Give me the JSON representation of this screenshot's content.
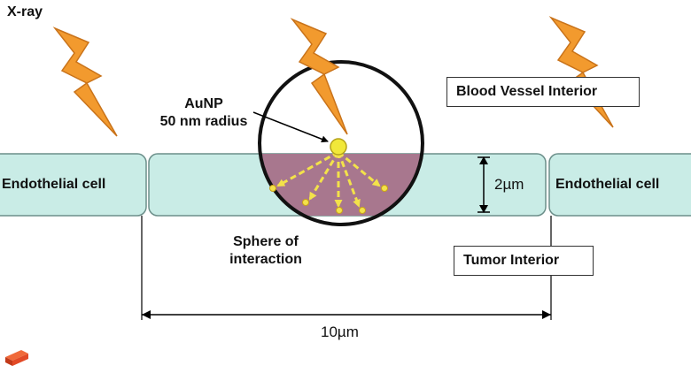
{
  "labels": {
    "xray": "X-ray",
    "aunp_line1": "AuNP",
    "aunp_line2": "50 nm radius",
    "blood_vessel": "Blood Vessel Interior",
    "endothelial_left": "Endothelial cell",
    "endothelial_right": "Endothelial cell",
    "thickness": "2µm",
    "sphere_line1": "Sphere of",
    "sphere_line2": "interaction",
    "tumor": "Tumor Interior",
    "width": "10µm"
  },
  "colors": {
    "lightning": "#f29a2e",
    "lightning_stroke": "#c9731a",
    "cell_fill": "#c9ece6",
    "cell_stroke": "#6c8f8a",
    "interaction_fill": "#a8778e",
    "electron": "#f3e24a",
    "nanoparticle": "#f1e83a"
  },
  "icons": {
    "bolts": [
      "lightning-bolt-icon",
      "lightning-bolt-icon",
      "lightning-bolt-icon"
    ],
    "corner": "red-block-icon"
  }
}
